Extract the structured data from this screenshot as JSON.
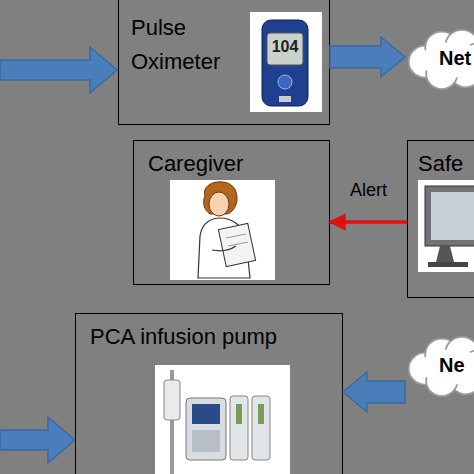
{
  "diagram": {
    "nodes": [
      {
        "text": [
          "Pulse Oximeter"
        ]
      },
      {
        "text": [
          "Net"
        ]
      },
      {
        "text": [
          "Caregiver"
        ]
      },
      {
        "text": [
          "Safe"
        ]
      },
      {
        "text": [
          "PCA infusion pump"
        ]
      },
      {
        "text": [
          "Ne"
        ]
      }
    ],
    "edges": [
      {
        "from": 0,
        "to": 1,
        "arrow": "to"
      },
      {
        "from": 3,
        "to": 2,
        "label": "Alert",
        "arrow": "to"
      },
      {
        "from": 5,
        "to": 4,
        "arrow": "to"
      }
    ],
    "labels": [
      "104"
    ]
  }
}
